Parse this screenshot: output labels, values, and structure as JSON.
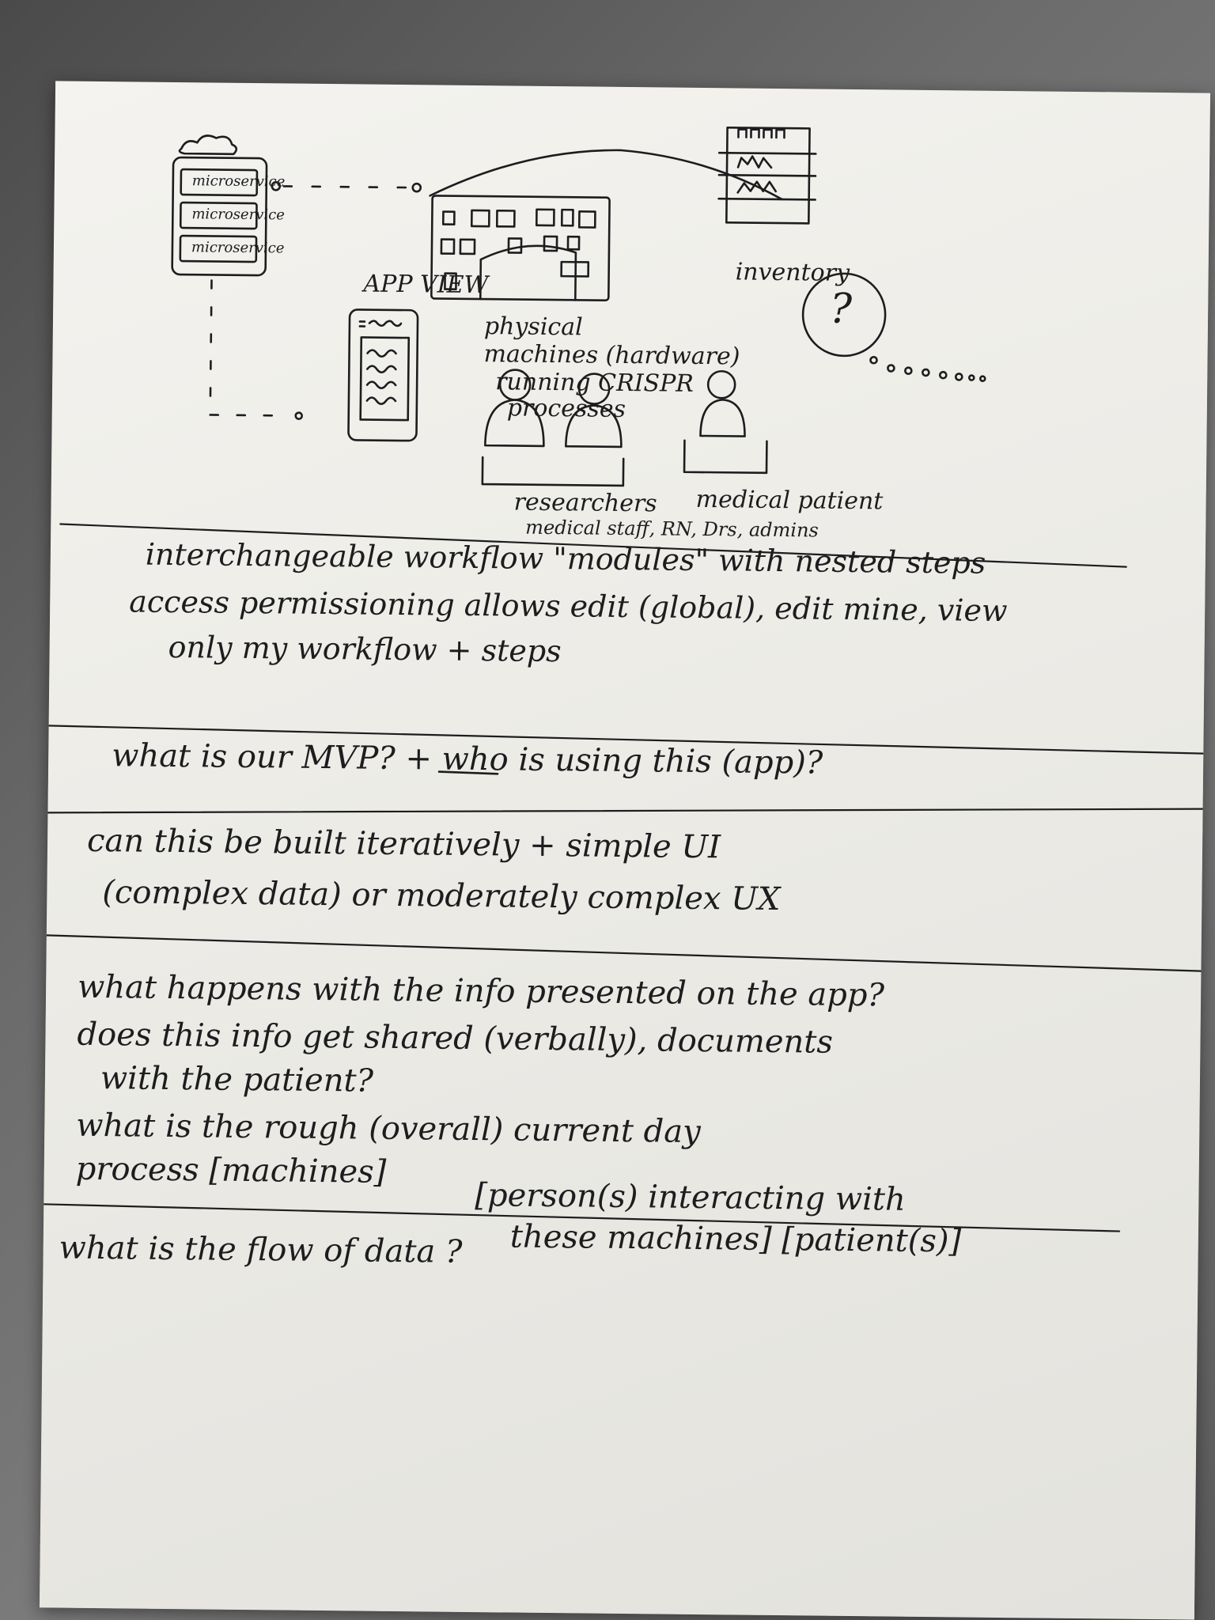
{
  "sketch": {
    "microservice_labels": [
      "microservice",
      "microservice",
      "microservice"
    ],
    "physical_machines_label": [
      "physical",
      "machines (hardware)",
      "running CRISPR",
      "processes"
    ],
    "inventory_label": "inventory",
    "app_view_label": "APP VIEW",
    "unknown_symbol": "?",
    "researchers_label": "researchers",
    "staff_label": "medical staff, RN, Drs, admins",
    "patient_label": "medical patient"
  },
  "notes": {
    "workflow_line1": "interchangeable workflow \"modules\" with nested steps",
    "workflow_line2": "access permissioning allows edit (global), edit mine, view",
    "workflow_line3": "only my workflow + steps",
    "mvp_line": "what is our   MVP?   + who is using this (app)?",
    "build_line1": "can  this be  built iteratively + simple UI",
    "build_line2": "(complex data)  or  moderately complex UX",
    "info_line1": "what happens with the info presented on the app?",
    "info_line2": "does this info  get  shared (verbally), documents",
    "info_line3": "with  the patient?",
    "process_line1": "what  is the        rough (overall) current day",
    "process_line2": "process  [machines]",
    "process_line3": "[person(s) interacting with",
    "process_line4": "these machines] [patient(s)]",
    "flow_line": "what  is  the  flow  of  data ?"
  }
}
